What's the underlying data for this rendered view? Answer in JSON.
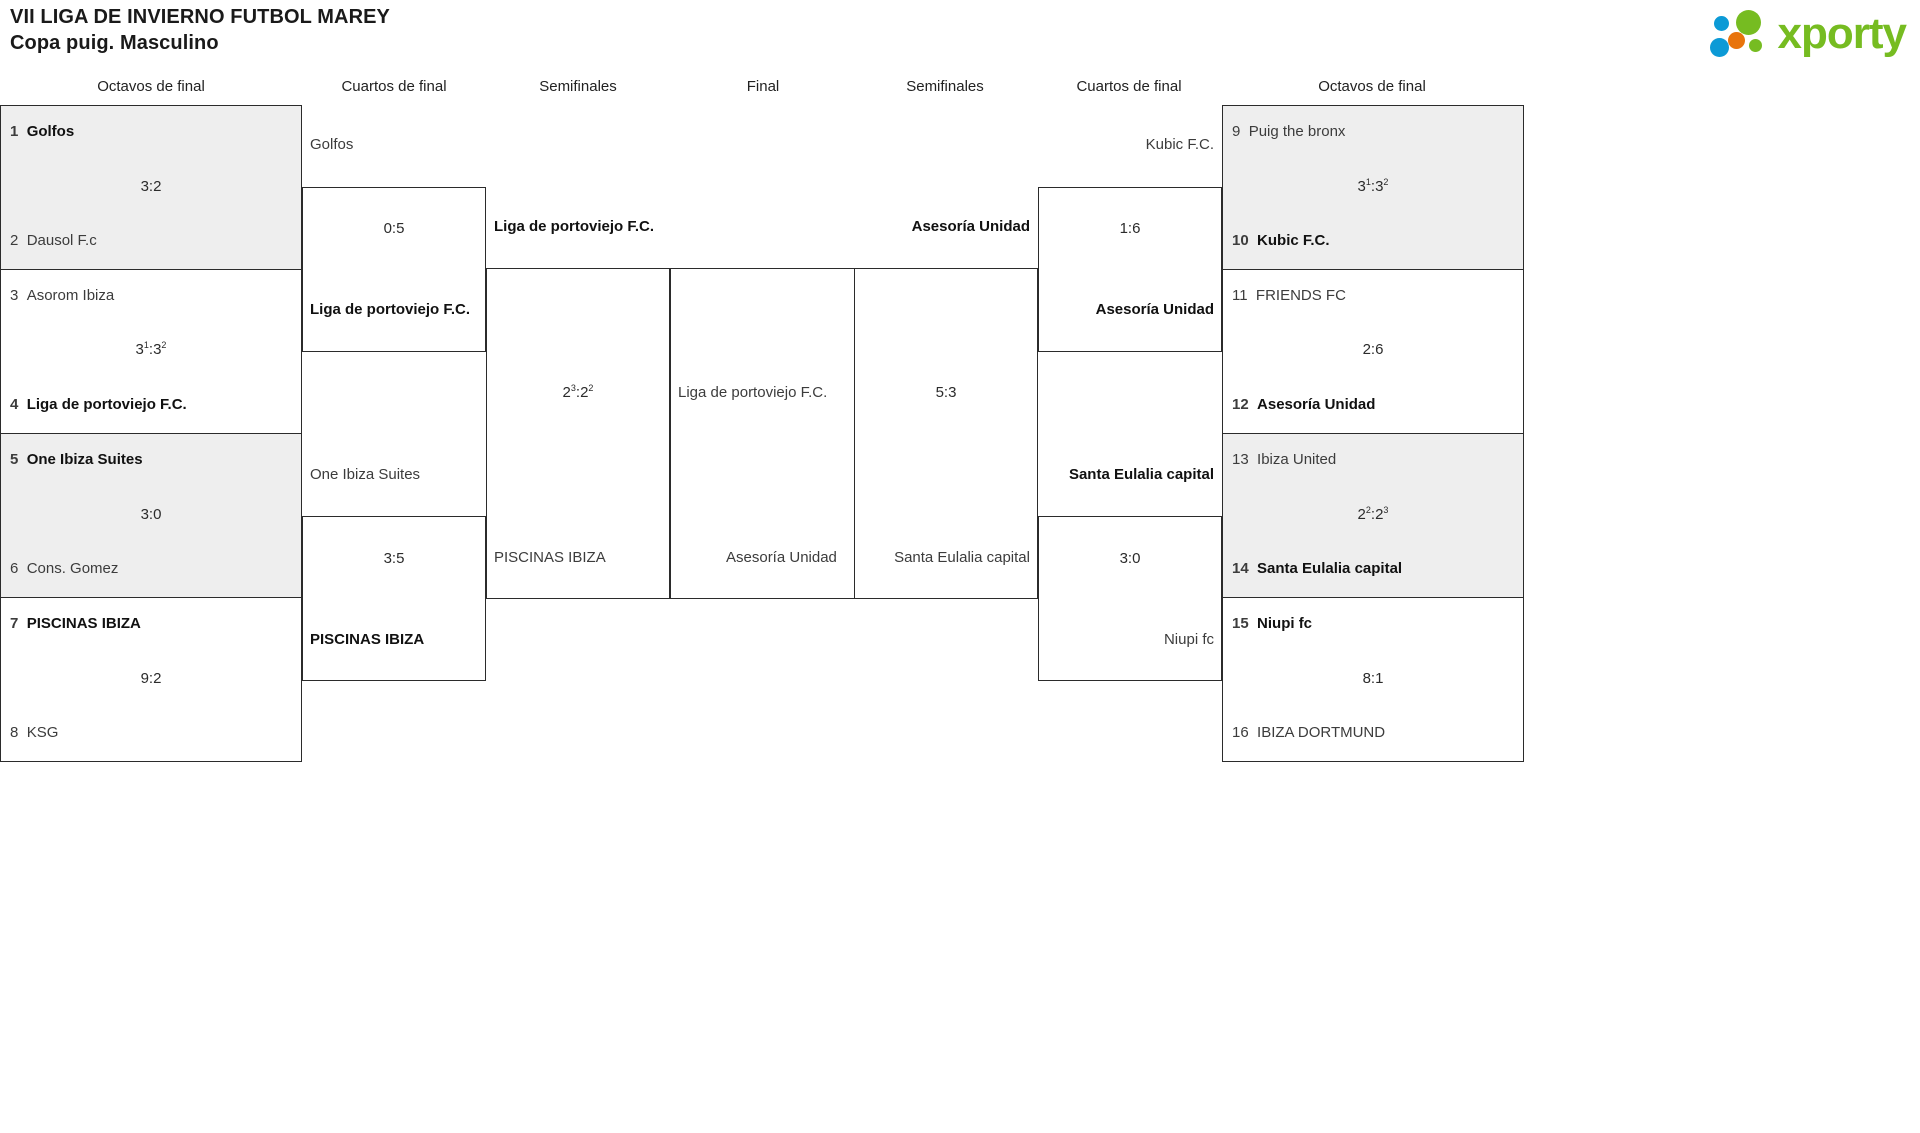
{
  "header": {
    "title_line1": "VII LIGA DE INVIERNO FUTBOL MAREY",
    "title_line2": "Copa puig. Masculino",
    "logo_word": "xporty",
    "logo_colors": {
      "green": "#76bc21",
      "orange": "#e8740c",
      "blue": "#0c9ad6"
    }
  },
  "rounds": [
    {
      "label": "Octavos de final"
    },
    {
      "label": "Cuartos de final"
    },
    {
      "label": "Semifinales"
    },
    {
      "label": "Final"
    },
    {
      "label": "Semifinales"
    },
    {
      "label": "Cuartos de final"
    },
    {
      "label": "Octavos de final"
    }
  ],
  "bracket": {
    "left": {
      "octavos": [
        {
          "seed_a": "1",
          "team_a": "Golfos",
          "seed_b": "2",
          "team_b": "Dausol F.c",
          "score": "3:2",
          "score_sup_a": "",
          "score_sup_b": "",
          "winner": "a"
        },
        {
          "seed_a": "3",
          "team_a": "Asorom Ibiza",
          "seed_b": "4",
          "team_b": "Liga de portoviejo F.C.",
          "score": "3:3",
          "score_sup_a": "1",
          "score_sup_b": "2",
          "winner": "b"
        },
        {
          "seed_a": "5",
          "team_a": "One Ibiza Suites",
          "seed_b": "6",
          "team_b": "Cons. Gomez",
          "score": "3:0",
          "score_sup_a": "",
          "score_sup_b": "",
          "winner": "a"
        },
        {
          "seed_a": "7",
          "team_a": "PISCINAS IBIZA",
          "seed_b": "8",
          "team_b": "KSG",
          "score": "9:2",
          "score_sup_a": "",
          "score_sup_b": "",
          "winner": "a"
        }
      ],
      "cuartos": [
        {
          "team_a": "Golfos",
          "team_b": "Liga de portoviejo F.C.",
          "score": "0:5",
          "score_sup_a": "",
          "score_sup_b": "",
          "winner": "b"
        },
        {
          "team_a": "One Ibiza Suites",
          "team_b": "PISCINAS IBIZA",
          "score": "3:5",
          "score_sup_a": "",
          "score_sup_b": "",
          "winner": "b"
        }
      ],
      "semifinal": {
        "team_a": "Liga de portoviejo F.C.",
        "team_b": "PISCINAS IBIZA",
        "score": "2:2",
        "score_sup_a": "3",
        "score_sup_b": "2",
        "winner": "a"
      }
    },
    "final": {
      "team_a": "Liga de portoviejo F.C.",
      "team_b": "Asesoría Unidad",
      "score": ""
    },
    "right": {
      "octavos": [
        {
          "seed_a": "9",
          "team_a": "Puig the bronx",
          "seed_b": "10",
          "team_b": "Kubic F.C.",
          "score": "3:3",
          "score_sup_a": "1",
          "score_sup_b": "2",
          "winner": "b"
        },
        {
          "seed_a": "11",
          "team_a": "FRIENDS FC",
          "seed_b": "12",
          "team_b": "Asesoría Unidad",
          "score": "2:6",
          "score_sup_a": "",
          "score_sup_b": "",
          "winner": "b"
        },
        {
          "seed_a": "13",
          "team_a": "Ibiza United",
          "seed_b": "14",
          "team_b": "Santa Eulalia capital",
          "score": "2:2",
          "score_sup_a": "2",
          "score_sup_b": "3",
          "winner": "b"
        },
        {
          "seed_a": "15",
          "team_a": "Niupi fc",
          "seed_b": "16",
          "team_b": "IBIZA DORTMUND",
          "score": "8:1",
          "score_sup_a": "",
          "score_sup_b": "",
          "winner": "a"
        }
      ],
      "cuartos": [
        {
          "team_a": "Kubic F.C.",
          "team_b": "Asesoría Unidad",
          "score": "1:6",
          "score_sup_a": "",
          "score_sup_b": "",
          "winner": "b"
        },
        {
          "team_a": "Santa Eulalia capital",
          "team_b": "Niupi fc",
          "score": "3:0",
          "score_sup_a": "",
          "score_sup_b": "",
          "winner": "a"
        }
      ],
      "semifinal": {
        "team_a": "Asesoría Unidad",
        "team_b": "Santa Eulalia capital",
        "score": "5:3",
        "score_sup_a": "",
        "score_sup_b": "",
        "winner": "a"
      }
    }
  }
}
